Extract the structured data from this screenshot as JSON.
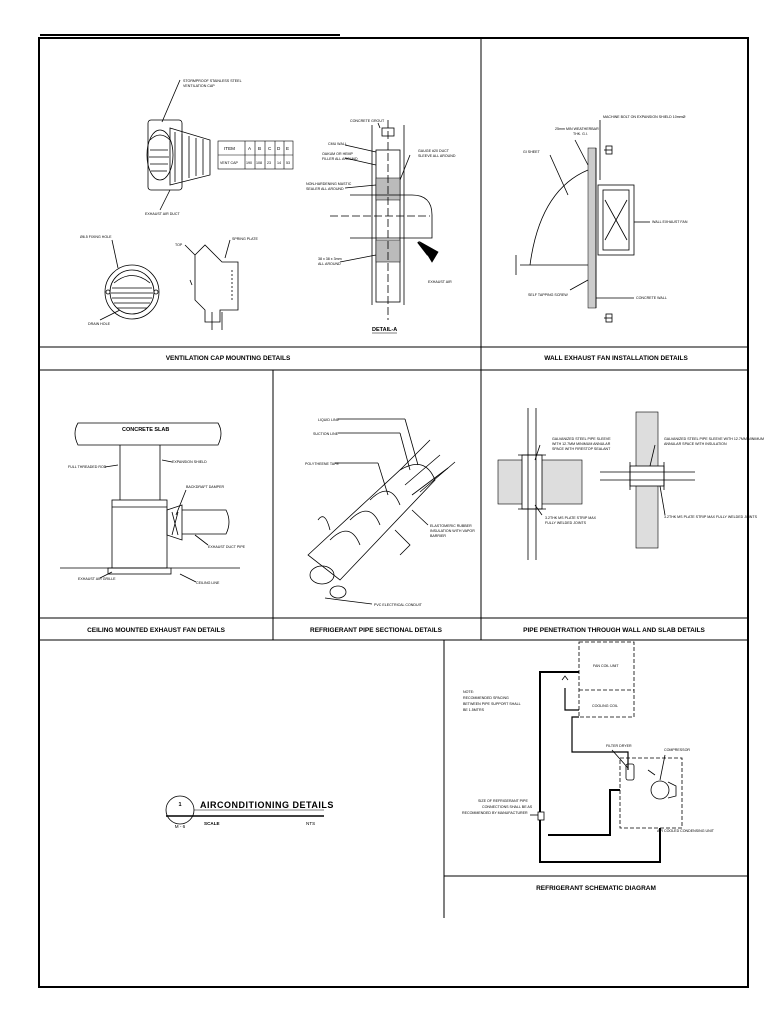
{
  "panels": {
    "vent_cap": {
      "title": "VENTILATION CAP MOUNTING DETAILS",
      "labels": {
        "stormproof": "STORMPROOF STAINLESS STEEL",
        "vent_cap": "VENTILATION CAP",
        "exhaust_duct": "EXHAUST AIR DUCT",
        "fixing_hole": "Ø6.5 FIXING HOLE",
        "drain_hole": "DRAIN HOLE",
        "top": "TOP",
        "spring_plate": "SPRING PLATE",
        "concrete_grout": "CONCRETE GROUT",
        "cmu_wall": "CMU WALL",
        "oakum": "OAKUM OR HEMP",
        "filler": "FILLER ALL AROUND",
        "gauge": "GAUGE #20 DUCT",
        "sleeve": "SLEEVE ALL AROUND",
        "mastic": "NON-HARDENING MASTIC",
        "sealer": "SEALER ALL AROUND",
        "angle": "38 x 38 x 3mm",
        "all_around": "ALL AROUND",
        "exhaust_air": "EXHAUST AIR",
        "detail_a": "DETAIL-A"
      },
      "table": {
        "header": [
          "ITEM",
          "A",
          "B",
          "C",
          "D",
          "E"
        ],
        "row": [
          "VENT CAP",
          "190",
          "108",
          "23",
          "14",
          "53"
        ]
      }
    },
    "wall_fan": {
      "title": "WALL EXHAUST FAN INSTALLATION DETAILS",
      "labels": {
        "machine_bolt": "MACHINE BOLT ON EXPANSION SHIELD 10mmØ",
        "gi_sheet_frame": "25mm MIN WEATHERBAR",
        "thk": "THK. G.I.",
        "gi_sheet": "GI SHEET",
        "wall_exhaust_fan": "WALL EXHAUST FAN",
        "self_tapping": "SELF TAPPING SCREW",
        "concrete_wall": "CONCRETE WALL"
      }
    },
    "ceiling_fan": {
      "title": "CEILING MOUNTED EXHAUST FAN DETAILS",
      "labels": {
        "concrete_slab": "CONCRETE SLAB",
        "threaded_rod": "FULL THREADED ROD",
        "expansion_shield": "EXPANSION SHIELD",
        "backdraft": "BACKDRAFT DAMPER",
        "exhaust_pipe": "EXHAUST DUCT PIPE",
        "air_grille": "EXHAUST AIR GRILLE",
        "ceiling_line": "CEILING LINE"
      }
    },
    "refrig_pipe": {
      "title": "REFRIGERANT PIPE SECTIONAL DETAILS",
      "labels": {
        "liquid_line": "LIQUID LINE",
        "suction_line": "SUCTION LINE",
        "polythene": "POLYTHEENE TAPE",
        "elastomeric": "ELASTOMERIC RUBBER",
        "insulation": "INSULATION WITH VAPOR",
        "barrier": "BARRIER",
        "conduit": "PVC ELECTRICAL CONDUIT"
      }
    },
    "pipe_penetration": {
      "title": "PIPE PENETRATION THROUGH WALL AND SLAB DETAILS",
      "labels": {
        "galv_sleeve_1": "GALVANIZED STEEL PIPE SLEEVE",
        "galv_sleeve_1b": "WITH 12.7MM MINIMUM ANNULAR",
        "galv_sleeve_1c": "SPACE WITH FIRESTOP SEALANT",
        "plate_1": "3.2THK MS PLATE STRIP MAX",
        "plate_1b": "FULLY WELDED JOINTS",
        "galv_sleeve_2": "GALVANIZED STEEL PIPE SLEEVE WITH 12.7MM MINIMUM",
        "galv_sleeve_2b": "ANNULAR SPACE WITH INSULATION",
        "plate_2": "3.2THK MS PLATE STRIP MAX FULLY WELDED JOINTS"
      }
    },
    "schematic": {
      "title": "REFRIGERANT SCHEMATIC DIAGRAM",
      "labels": {
        "fan_coil_unit": "FAN COIL UNIT",
        "cooling_coil": "COOLING COIL",
        "note_1": "NOTE:",
        "note_2": "RECOMMENDED SPACING",
        "note_3": "BETWEEN PIPE SUPPORT SHALL",
        "note_4": "BE 1.5MTRS",
        "filter_dryer": "FILTER DRYER",
        "compressor": "COMPRESSOR",
        "size_1": "SIZE OF REFRIGERANT PIPE",
        "size_2": "CONNECTIONS SHALL BE AS",
        "size_3": "RECOMMENDED BY MANUFACTURER",
        "condensing_unit": "AIR COOLED CONDENSING UNIT"
      }
    },
    "title_block": {
      "number": "1",
      "sheet": "M - 6",
      "heading": "AIRCONDITIONING DETAILS",
      "scale": "SCALE",
      "nts": "NTS"
    }
  }
}
